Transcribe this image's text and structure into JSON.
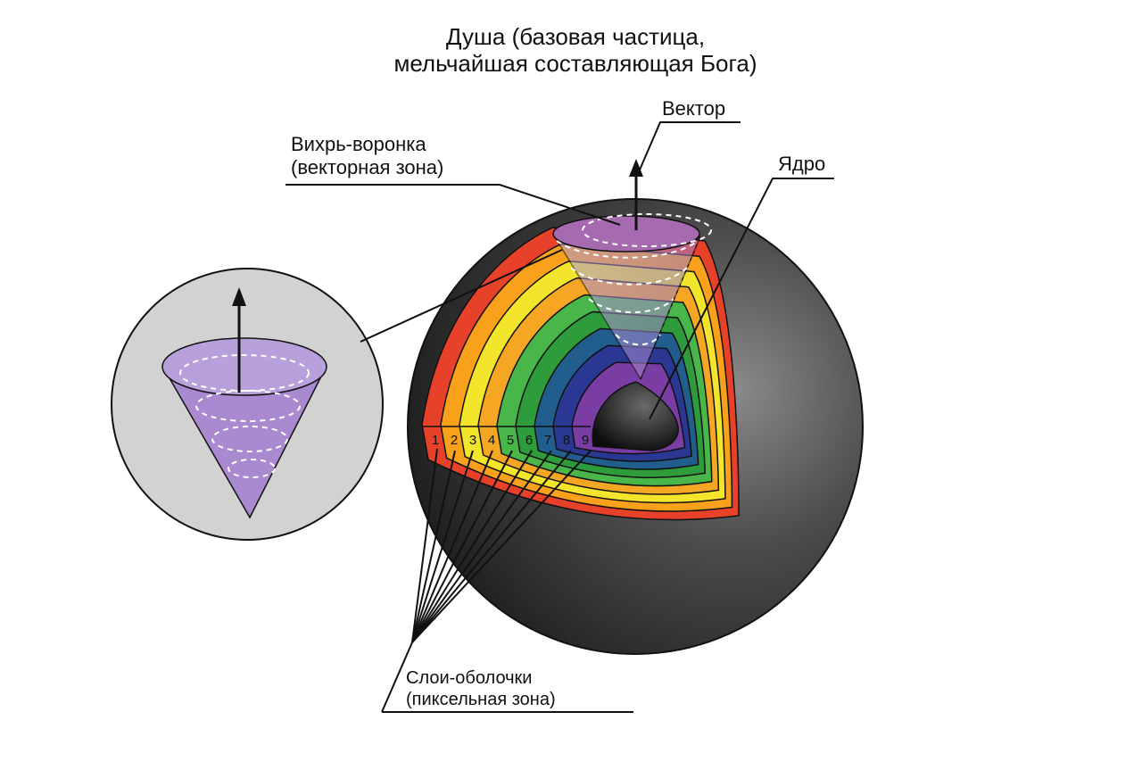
{
  "title": {
    "line1": "Душа (базовая частица,",
    "line2": "мельчайшая составляющая Бога)"
  },
  "labels": {
    "vector": "Вектор",
    "vortex_line1": "Вихрь-воронка",
    "vortex_line2": "(векторная зона)",
    "core": "Ядро",
    "layers_line1": "Слои-оболочки",
    "layers_line2": "(пиксельная зона)"
  },
  "layer_numbers": [
    "1",
    "2",
    "3",
    "4",
    "5",
    "6",
    "7",
    "8",
    "9"
  ],
  "colors": {
    "sphere": "#4a4a4a",
    "layers": [
      "#e8412a",
      "#f9a11a",
      "#f2e52c",
      "#f5a623",
      "#49b649",
      "#2f9c3c",
      "#215e8d",
      "#2a3894",
      "#7a3da3"
    ],
    "core": "#1a1a1a",
    "cone_fill": "#a98ad0",
    "inset_bg": "#d2d2d2"
  }
}
